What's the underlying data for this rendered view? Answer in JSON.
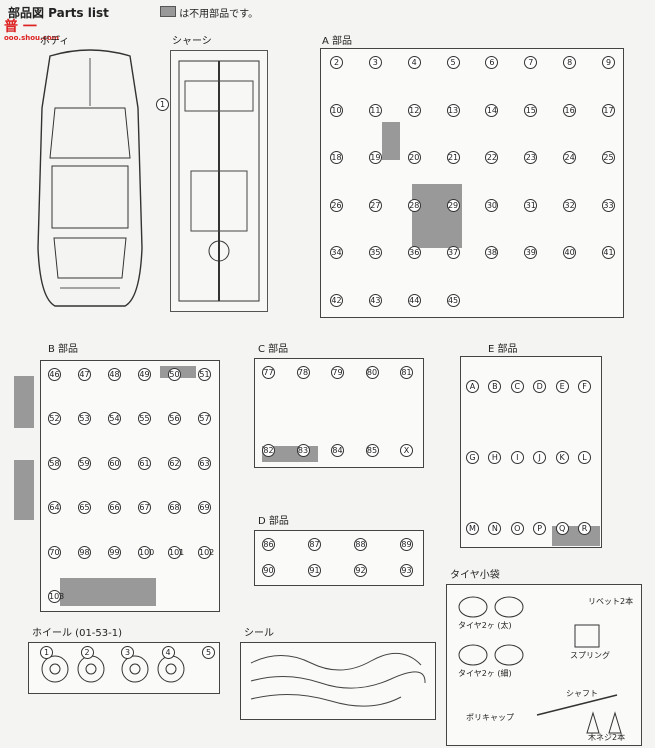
{
  "header": {
    "title": "部品図  Parts list",
    "legend_text": "は不用部品です。",
    "legend_color": "#999999"
  },
  "watermark": {
    "line1": "普 一",
    "line2": "ooo.shou.com"
  },
  "sections": {
    "body": "ボディ",
    "chassis": "シャーシ",
    "a_parts": "A 部品",
    "b_parts": "B 部品",
    "c_parts": "C 部品",
    "d_parts": "D 部品",
    "e_parts": "E 部品",
    "wheel": "ホイール (01-53-1)",
    "decal": "シール",
    "tire_bag": "タイヤ小袋"
  },
  "tire_bag": {
    "rivet": "リベット2本",
    "tire_wide": "タイヤ2ヶ (太)",
    "spring": "スプリング",
    "tire_thin": "タイヤ2ヶ (細)",
    "shaft": "シャフト",
    "poly_cap": "ポリキャップ",
    "wood_screw": "木ネジ2本"
  },
  "chassis_marker": "1",
  "a_numbers": [
    "2",
    "3",
    "4",
    "5",
    "6",
    "7",
    "8",
    "9",
    "10",
    "11",
    "12",
    "13",
    "14",
    "15",
    "16",
    "17",
    "18",
    "19",
    "20",
    "21",
    "22",
    "23",
    "24",
    "25",
    "26",
    "27",
    "28",
    "29",
    "30",
    "31",
    "32",
    "33",
    "34",
    "35",
    "36",
    "37",
    "38",
    "39",
    "40",
    "41",
    "42",
    "43",
    "44",
    "45"
  ],
  "b_numbers": [
    "46",
    "47",
    "48",
    "49",
    "50",
    "51",
    "52",
    "53",
    "54",
    "55",
    "56",
    "57",
    "58",
    "59",
    "60",
    "61",
    "62",
    "63",
    "64",
    "65",
    "66",
    "67",
    "68",
    "69",
    "70",
    "98",
    "99",
    "100",
    "101",
    "102",
    "103"
  ],
  "c_numbers": [
    "77",
    "78",
    "79",
    "80",
    "81",
    "82",
    "83",
    "84",
    "85",
    "X"
  ],
  "d_numbers": [
    "86",
    "87",
    "88",
    "89",
    "90",
    "91",
    "92",
    "93"
  ],
  "e_letters": [
    "A",
    "B",
    "C",
    "D",
    "E",
    "F",
    "G",
    "H",
    "I",
    "J",
    "K",
    "L",
    "M",
    "N",
    "O",
    "P",
    "Q",
    "R"
  ],
  "wheel_numbers": [
    "1",
    "2",
    "3",
    "4",
    "5"
  ]
}
